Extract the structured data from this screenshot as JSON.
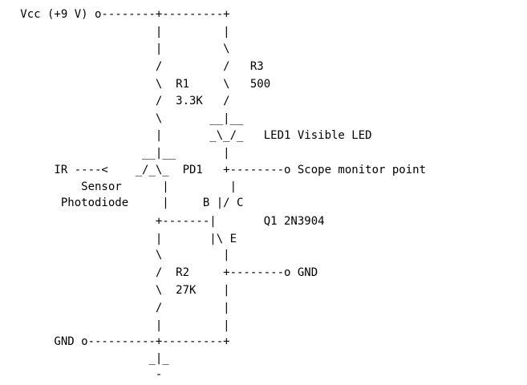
{
  "lines": [
    "   Vcc (+9 V) o--------+---------+",
    "                       |         |",
    "                       |         \\",
    "                       /         /   R3",
    "                       \\  R1     \\   500",
    "                       /  3.3K   /",
    "                       \\       __|__",
    "                       |       _\\_/_   LED1 Visible LED",
    "                     __|__       |",
    "        IR ----<    _/_\\_  PD1   +--------o Scope monitor point",
    "            Sensor      |         |",
    "         Photodiode     |     B |/ C",
    "                       +-------|       Q1 2N3904",
    "                       |       |\\ E",
    "                       \\         |",
    "                       /  R2     +--------o GND",
    "                       \\  27K    |",
    "                       /         |",
    "                       |         |",
    "        GND o----------+---------+",
    "                      _|_",
    "                       -"
  ]
}
